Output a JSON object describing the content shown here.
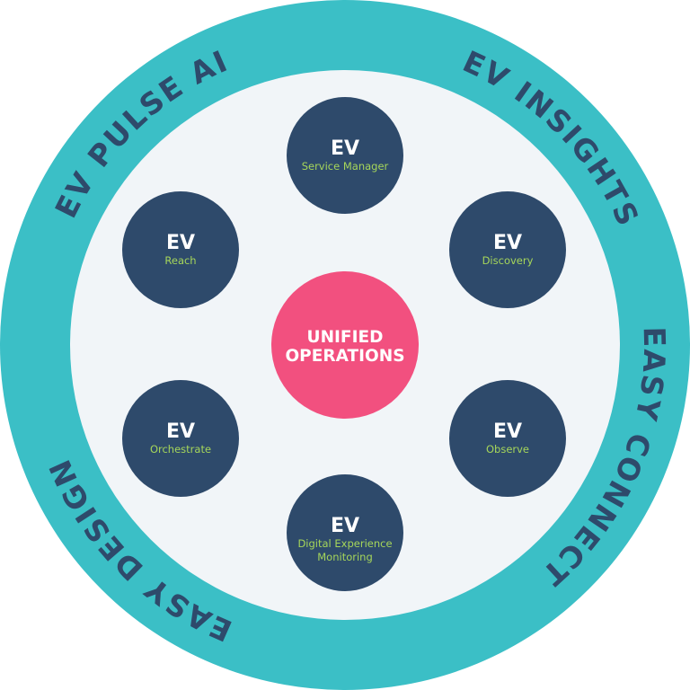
{
  "colors": {
    "ring": "#3bbfc6",
    "inner": "#f1f5f8",
    "node": "#2e4a6b",
    "center": "#f2507f",
    "subtext": "#a6d65a",
    "ring_text": "#2e4a6b"
  },
  "ring_labels": [
    "EV INSIGHTS",
    "EASY CONNECT",
    "EASY DESIGN",
    "EV PULSE AI"
  ],
  "center": {
    "line1": "UNIFIED",
    "line2": "OPERATIONS"
  },
  "nodes": [
    {
      "title": "EV",
      "lines": [
        "Service Manager"
      ]
    },
    {
      "title": "EV",
      "lines": [
        "Discovery"
      ]
    },
    {
      "title": "EV",
      "lines": [
        "Observe"
      ]
    },
    {
      "title": "EV",
      "lines": [
        "Digital Experience",
        "Monitoring"
      ]
    },
    {
      "title": "EV",
      "lines": [
        "Orchestrate"
      ]
    },
    {
      "title": "EV",
      "lines": [
        "Reach"
      ]
    }
  ]
}
